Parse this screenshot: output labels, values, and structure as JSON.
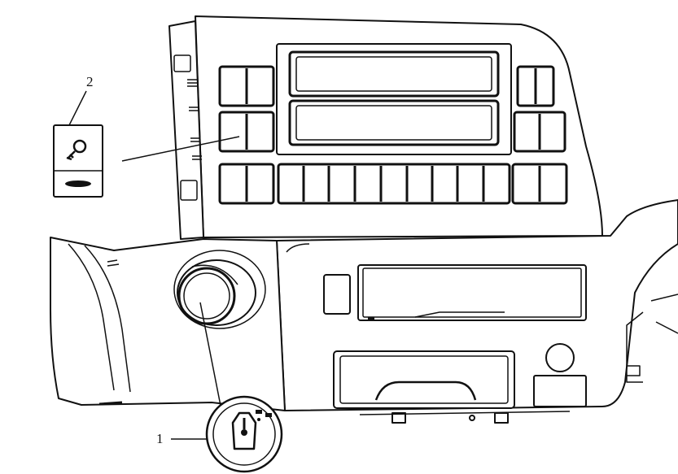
{
  "diagram": {
    "callouts": [
      {
        "id": "1",
        "label": "1"
      },
      {
        "id": "2",
        "label": "2"
      }
    ],
    "icons": {
      "headlamp_switch": "rotary-headlamp-switch-icon",
      "key_switch": "key-icon"
    },
    "colors": {
      "line": "#111111",
      "fill": "#ffffff",
      "shade": "#f2f2f2"
    }
  }
}
